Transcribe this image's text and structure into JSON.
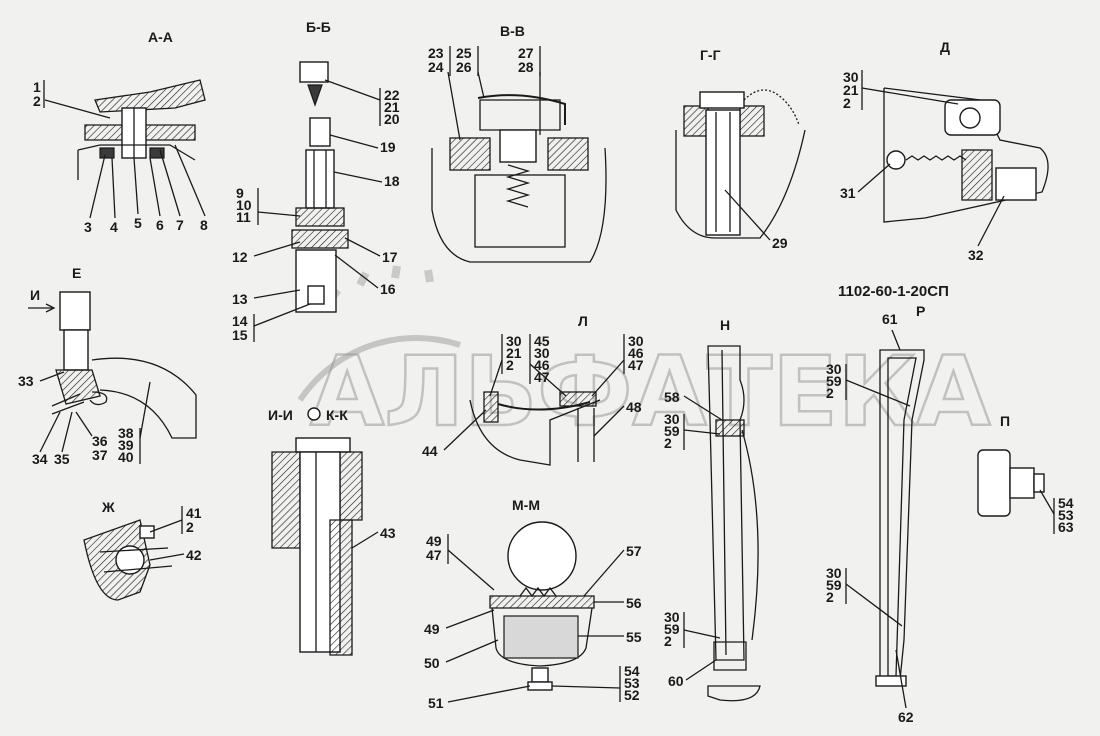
{
  "drawing_code": "1102-60-1-20СП",
  "watermark": "АЛЬФАТЕКА",
  "sections": {
    "aa": "А-А",
    "bb": "Б-Б",
    "vv": "В-В",
    "gg": "Г-Г",
    "d": "Д",
    "e": "Е",
    "e_arrow": "И",
    "zh": "Ж",
    "ii": "И-И",
    "kk": "К-К",
    "l": "Л",
    "n": "Н",
    "r": "Р",
    "p": "П",
    "mm": "М-М"
  },
  "labels": {
    "aa_stack": [
      "1",
      "2"
    ],
    "aa_bottom": [
      "3",
      "4",
      "5",
      "6",
      "7",
      "8"
    ],
    "bb_top": [
      "22",
      "21",
      "20"
    ],
    "bb_19": "19",
    "bb_18": "18",
    "bb_left": [
      "9",
      "10",
      "11"
    ],
    "bb_12": "12",
    "bb_17": "17",
    "bb_16": "16",
    "bb_13": "13",
    "bb_14": [
      "14",
      "15"
    ],
    "vv_l1": [
      "23",
      "24"
    ],
    "vv_l2": [
      "25",
      "26"
    ],
    "vv_r": [
      "27",
      "28"
    ],
    "gg_29": "29",
    "d_top": [
      "30",
      "21",
      "2"
    ],
    "d_31": "31",
    "d_32": "32",
    "e_33": "33",
    "e_34": "34",
    "e_35": "35",
    "e_36": [
      "36",
      "37"
    ],
    "e_38": [
      "38",
      "39",
      "40"
    ],
    "zh_41": [
      "41",
      "2"
    ],
    "zh_42": "42",
    "kk_43": "43",
    "l_a": [
      "30",
      "21",
      "2"
    ],
    "l_b": [
      "45",
      "30",
      "46",
      "47"
    ],
    "l_c": [
      "30",
      "46",
      "47"
    ],
    "l_44": "44",
    "l_48": "48",
    "n_58": "58",
    "n_a": [
      "30",
      "59",
      "2"
    ],
    "n_b": [
      "30",
      "59",
      "2"
    ],
    "n_60": "60",
    "r_61": "61",
    "r_a": [
      "30",
      "59",
      "2"
    ],
    "r_b": [
      "30",
      "59",
      "2"
    ],
    "r_62": "62",
    "p_r": [
      "54",
      "53",
      "63"
    ],
    "mm_l": [
      "49",
      "47"
    ],
    "mm_57": "57",
    "mm_56": "56",
    "mm_49": "49",
    "mm_55": "55",
    "mm_50": "50",
    "mm_51": "51",
    "mm_r": [
      "54",
      "53",
      "52"
    ]
  }
}
